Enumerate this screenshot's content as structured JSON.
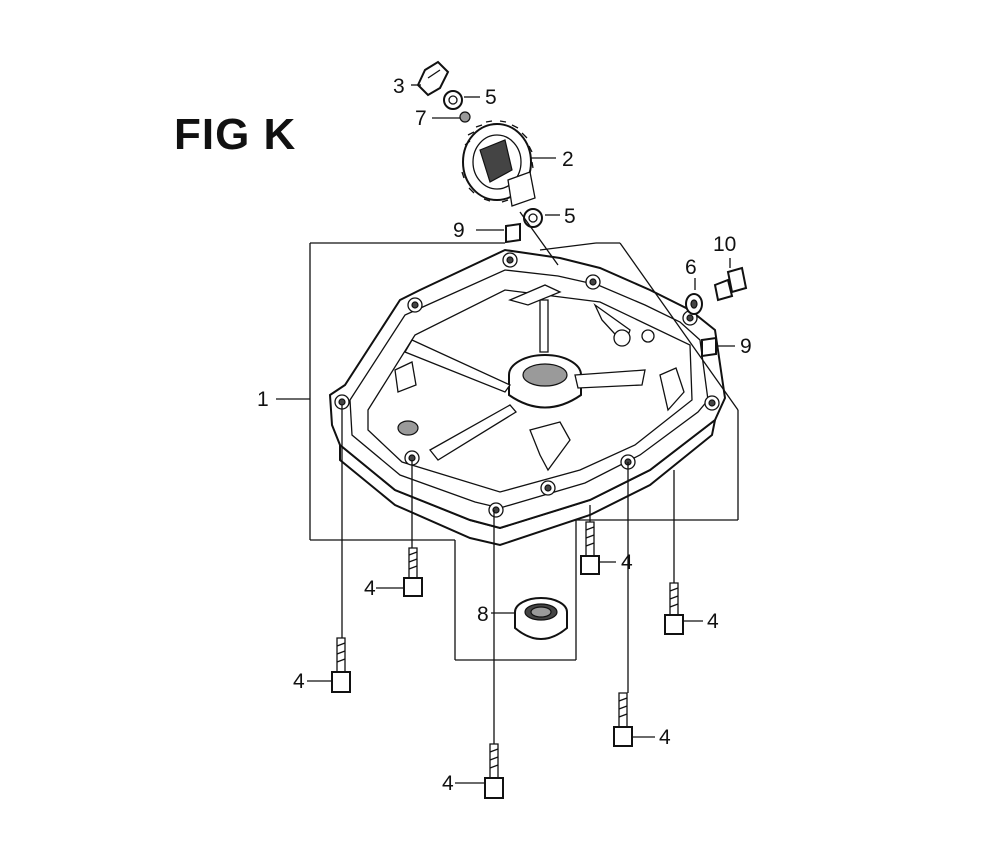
{
  "figure": {
    "title": "FIG K"
  },
  "callouts": [
    {
      "id": "c1",
      "label": "1"
    },
    {
      "id": "c2",
      "label": "2"
    },
    {
      "id": "c3",
      "label": "3"
    },
    {
      "id": "c4a",
      "label": "4"
    },
    {
      "id": "c4b",
      "label": "4"
    },
    {
      "id": "c4c",
      "label": "4"
    },
    {
      "id": "c4d",
      "label": "4"
    },
    {
      "id": "c4e",
      "label": "4"
    },
    {
      "id": "c4f",
      "label": "4"
    },
    {
      "id": "c5a",
      "label": "5"
    },
    {
      "id": "c5b",
      "label": "5"
    },
    {
      "id": "c6",
      "label": "6"
    },
    {
      "id": "c7",
      "label": "7"
    },
    {
      "id": "c8",
      "label": "8"
    },
    {
      "id": "c9a",
      "label": "9"
    },
    {
      "id": "c9b",
      "label": "9"
    },
    {
      "id": "c10",
      "label": "10"
    }
  ]
}
